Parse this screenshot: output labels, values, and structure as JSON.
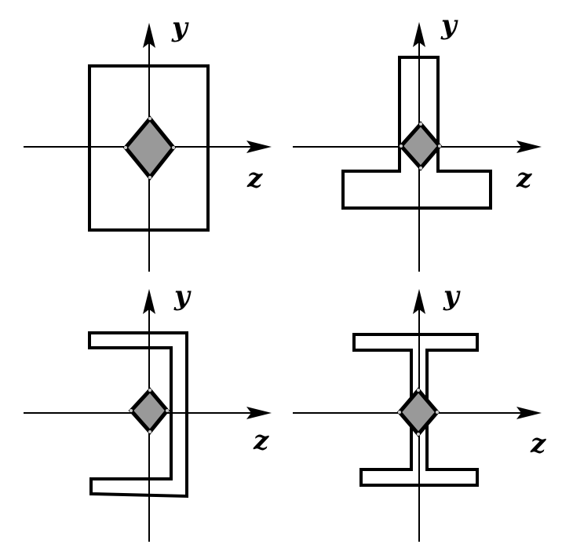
{
  "figure": {
    "panels": [
      {
        "id": "rectangle",
        "y_label": "y",
        "z_label": "z"
      },
      {
        "id": "tee",
        "y_label": "y",
        "z_label": "z"
      },
      {
        "id": "channel",
        "y_label": "y",
        "z_label": "z"
      },
      {
        "id": "i-beam",
        "y_label": "y",
        "z_label": "z"
      }
    ]
  }
}
